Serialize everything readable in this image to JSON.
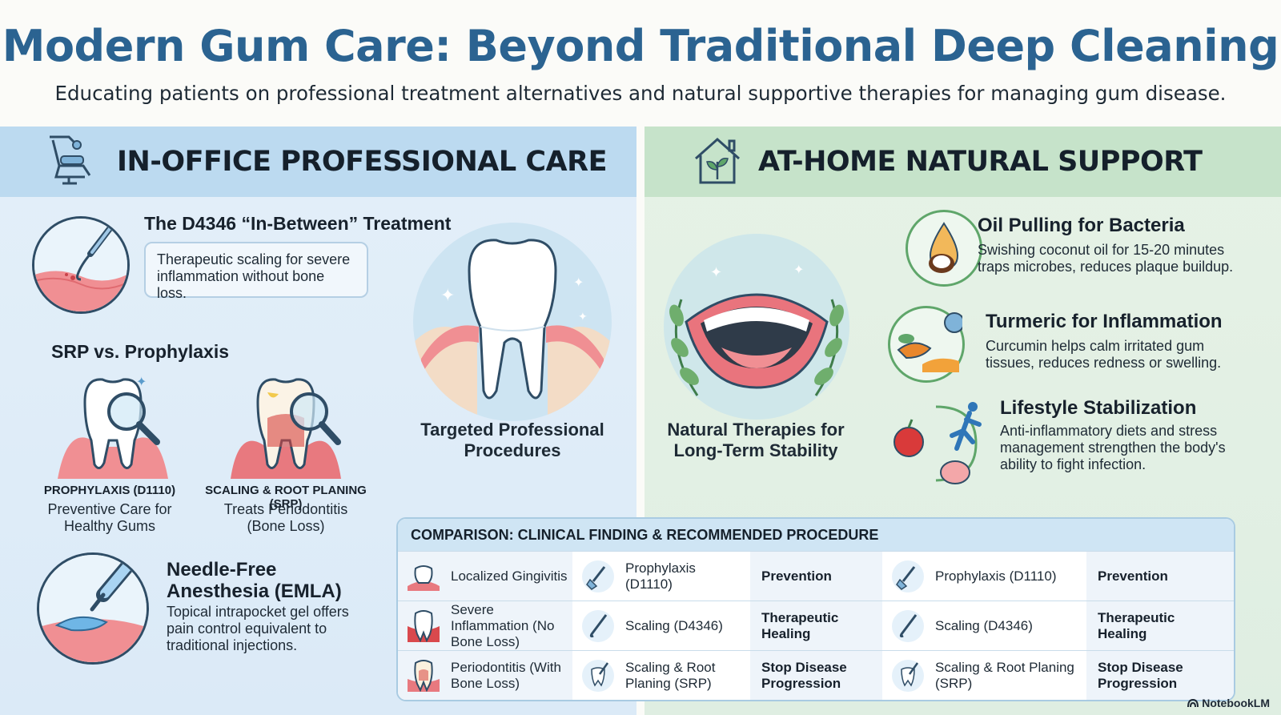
{
  "header": {
    "title": "Modern Gum Care: Beyond Traditional Deep Cleaning",
    "subtitle": "Educating patients on professional treatment alternatives and natural supportive therapies for managing gum disease."
  },
  "left_panel": {
    "heading": "IN-OFFICE PROFESSIONAL CARE",
    "d4346": {
      "title": "The D4346 “In-Between” Treatment",
      "description": "Therapeutic scaling for severe inflammation without bone loss."
    },
    "srp_title": "SRP vs. Prophylaxis",
    "prophylaxis": {
      "code": "PROPHYLAXIS (D1110)",
      "desc": "Preventive Care for Healthy Gums"
    },
    "srp": {
      "code": "SCALING & ROOT PLANING (SRP)",
      "desc": "Treats Periodontitis (Bone Loss)"
    },
    "targeted": "Targeted Professional Procedures",
    "anesthesia": {
      "title": "Needle-Free Anesthesia (EMLA)",
      "description": "Topical intrapocket gel offers pain control equivalent to traditional injections."
    }
  },
  "right_panel": {
    "heading": "AT-HOME NATURAL SUPPORT",
    "natural_caption": "Natural Therapies for Long-Term Stability",
    "items": [
      {
        "title": "Oil Pulling for Bacteria",
        "desc": "Swishing coconut oil for 15-20 minutes traps microbes, reduces plaque buildup."
      },
      {
        "title": "Turmeric for Inflammation",
        "desc": "Curcumin helps calm irritated gum tissues, reduces redness or swelling."
      },
      {
        "title": "Lifestyle Stabilization",
        "desc": "Anti-inflammatory diets and stress management strengthen the body's ability to fight infection."
      }
    ]
  },
  "comparison": {
    "title": "COMPARISON: CLINICAL FINDING & RECOMMENDED PROCEDURE",
    "rows": [
      {
        "finding": "Localized Gingivitis",
        "procedure": "Prophylaxis (D1110)",
        "goal": "Prevention",
        "procedure_2": "Prophylaxis (D1110)",
        "goal_2": "Prevention"
      },
      {
        "finding": "Severe Inflammation (No Bone Loss)",
        "procedure": "Scaling (D4346)",
        "goal": "Therapeutic Healing",
        "procedure_2": "Scaling (D4346)",
        "goal_2": "Therapeutic Healing"
      },
      {
        "finding": "Periodontitis (With Bone Loss)",
        "procedure": "Scaling & Root Planing (SRP)",
        "goal": "Stop Disease Progression",
        "procedure_2": "Scaling & Root Planing (SRP)",
        "goal_2": "Stop Disease Progression"
      }
    ]
  },
  "brand": "NotebookLM",
  "colors": {
    "title": "#2b6391",
    "left_header": "#bcdaf0",
    "right_header": "#c6e3ca",
    "gum": "#f08f93"
  }
}
